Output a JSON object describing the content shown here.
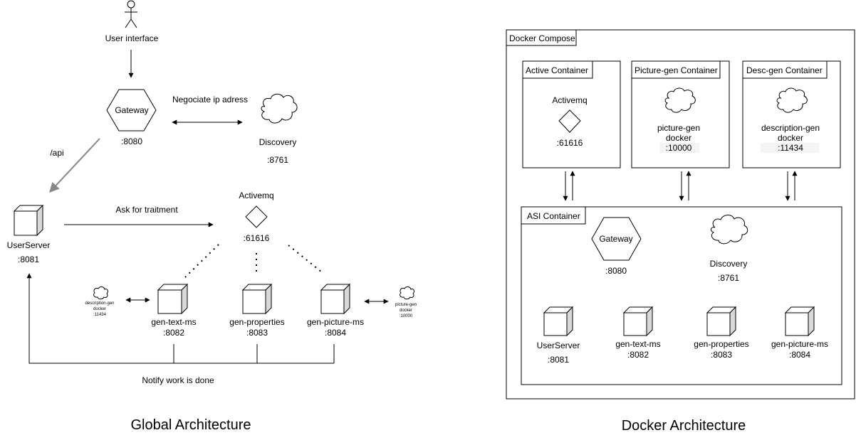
{
  "global": {
    "user_label": "User interface",
    "gateway": "Gateway",
    "gateway_port": ":8080",
    "negotiate": "Negociate ip adress",
    "discovery": "Discovery",
    "discovery_port": ":8761",
    "api": "/api",
    "userserver": "UserServer",
    "userserver_port": ":8081",
    "ask": "Ask for traitment",
    "activemq": "Activemq",
    "activemq_port": ":61616",
    "desc_docker_1": "description-gen",
    "desc_docker_2": "docker",
    "desc_docker_3": ":11434",
    "textms": "gen-text-ms",
    "textms_port": ":8082",
    "props": "gen-properties",
    "props_port": ":8083",
    "picms": "gen-picture-ms",
    "picms_port": ":8084",
    "pic_docker_1": "picture-gen",
    "pic_docker_2": "docker",
    "pic_docker_3": ":10000",
    "notify": "Notify work is done",
    "title": "Global Architecture"
  },
  "docker": {
    "compose": "Docker Compose",
    "active_container": "Active Container",
    "active_name": "Activemq",
    "active_port": ":61616",
    "pic_container": "Picture-gen Container",
    "pic_name_1": "picture-gen",
    "pic_name_2": "docker",
    "pic_port": ":10000",
    "desc_container": "Desc-gen Container",
    "desc_name_1": "description-gen",
    "desc_name_2": "docker",
    "desc_port": ":11434",
    "asi_container": "ASI Container",
    "gateway": "Gateway",
    "gateway_port": ":8080",
    "discovery": "Discovery",
    "discovery_port": ":8761",
    "userserver": "UserServer",
    "userserver_port": ":8081",
    "textms": "gen-text-ms",
    "textms_port": ":8082",
    "props": "gen-properties",
    "props_port": ":8083",
    "picms": "gen-picture-ms",
    "picms_port": ":8084",
    "title": "Docker Architecture"
  }
}
